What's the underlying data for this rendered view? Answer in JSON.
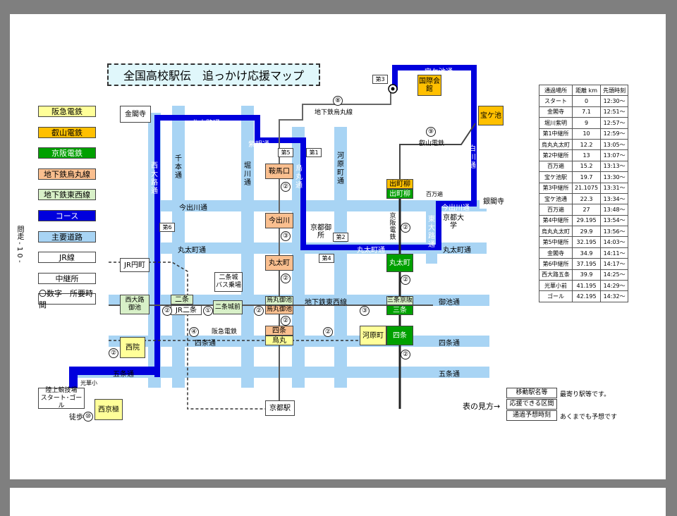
{
  "title": "全国高校駅伝　追っかけ応援マップ",
  "side_text": "問走 - 1 0 -",
  "legend": [
    {
      "label": "阪急電鉄",
      "color": "#ffff99"
    },
    {
      "label": "叡山電鉄",
      "color": "#ffc000"
    },
    {
      "label": "京阪電鉄",
      "color": "#00a000"
    },
    {
      "label": "地下鉄烏丸線",
      "color": "#fabf8f"
    },
    {
      "label": "地下鉄東西線",
      "color": "#d8f0c8"
    },
    {
      "label": "コース",
      "color": "#0000dd"
    },
    {
      "label": "主要道路",
      "color": "#a8d4f4"
    },
    {
      "label": "JR線",
      "color": "#ffffff"
    },
    {
      "label": "中継所",
      "color": "#ffffff"
    },
    {
      "label": "〇数字　所要時間",
      "color": "#ffffff"
    }
  ],
  "roads": {
    "kitaoji": "北大路通",
    "shimeimei": "紫明通",
    "takaragaike": "宝ケ池通",
    "imadegawa": "今出川通",
    "marutamachi_w": "丸太町通",
    "marutamachi_c": "丸太町通",
    "marutamachi_e": "丸太町通",
    "oike": "御池通",
    "shijo_w": "四条通",
    "shijo_e": "四条通",
    "gojo_w": "五条通",
    "gojo_e": "五条通",
    "hyakumanben": "百万遍",
    "nishioji": "西大路通",
    "senbon": "千本通",
    "horikawa": "堀川通",
    "karasuma": "烏丸通",
    "kawaramachi": "河原町通",
    "shirakawa": "白川通",
    "higashioji": "東大路通",
    "keihan_label": "京阪電鉄",
    "subway_karasuma": "地下鉄烏丸線",
    "subway_tozai": "地下鉄東西線",
    "eizan": "叡山電鉄",
    "hankyu": "阪急電鉄",
    "kohoshomae": "光華小",
    "walk": "徒歩"
  },
  "places": {
    "kinkakuji": "金閣寺",
    "kokusai": "国際会館",
    "takaragaike": "宝ケ池",
    "ginkakuji": "銀閣寺",
    "kyodai": "京都大学",
    "kyoto_gosho": "京都御所",
    "kuramaguchi": "鞍馬口",
    "imadegawa": "今出川",
    "marutamachi": "丸太町",
    "karasuma_oike_a": "烏丸御池",
    "karasuma_oike_b": "烏丸御池",
    "shijo": "四条",
    "karasuma": "烏丸",
    "kawaramachi": "河原町",
    "shijo_keihan": "四条",
    "sanjo_keihan": "三条京阪",
    "sanjo": "三条",
    "marutamachi_keihan": "丸太町",
    "demachi_a": "出町柳",
    "demachi_b": "出町柳",
    "nijo": "二条",
    "jr_nijo": "JR二条",
    "nijojomae": "二条城前",
    "nijojo_bus": "二条城\nバス乗場",
    "nishioji_oike": "西大路\n御池",
    "jr_enmachi": "JR円町",
    "saiin": "西院",
    "saikyogoku": "西京極",
    "stadium": "陸上競技場\nスタート･ゴール",
    "kyoto_station": "京都駅",
    "marker_dai1": "第1",
    "marker_dai2": "第2",
    "marker_dai3": "第3",
    "marker_dai4": "第4",
    "marker_dai5": "第5",
    "marker_dai6": "第6"
  },
  "times": [
    "⑧",
    "⑨",
    "②",
    "②",
    "③",
    "②",
    "②",
    "②",
    "②",
    "③",
    "②",
    "②",
    "①",
    "④",
    "②",
    "②",
    "⑩"
  ],
  "table": {
    "headers": [
      "通過場所",
      "距離 km",
      "先頭時刻"
    ],
    "rows": [
      [
        "スタート",
        "0",
        "12:30～"
      ],
      [
        "金閣寺",
        "7.1",
        "12:51～"
      ],
      [
        "堀川紫明",
        "9",
        "12:57～"
      ],
      [
        "第1中継所",
        "10",
        "12:59～"
      ],
      [
        "烏丸丸太町",
        "12.2",
        "13:05～"
      ],
      [
        "第2中継所",
        "13",
        "13:07～"
      ],
      [
        "百万遍",
        "15.2",
        "13:13～"
      ],
      [
        "宝ケ池駅",
        "19.7",
        "13:30～"
      ],
      [
        "第3中継所",
        "21.1075",
        "13:31～"
      ],
      [
        "宝ケ池通",
        "22.3",
        "13:34～"
      ],
      [
        "百万遍",
        "27",
        "13:48～"
      ],
      [
        "第4中継所",
        "29.195",
        "13:54～"
      ],
      [
        "烏丸丸太町",
        "29.9",
        "13:56～"
      ],
      [
        "第5中継所",
        "32.195",
        "14:03～"
      ],
      [
        "金閣寺",
        "34.9",
        "14:11～"
      ],
      [
        "第6中継所",
        "37.195",
        "14:17～"
      ],
      [
        "西大路五条",
        "39.9",
        "14:25～"
      ],
      [
        "光華小前",
        "41.195",
        "14:29～"
      ],
      [
        "ゴール",
        "42.195",
        "14:32～"
      ]
    ]
  },
  "howto": {
    "label": "表の見方→",
    "boxes": [
      "移動駅名等",
      "応援できる区間",
      "通過予想時刻"
    ],
    "notes": [
      "最寄り駅等です。",
      "",
      "あくまでも予想です"
    ]
  }
}
